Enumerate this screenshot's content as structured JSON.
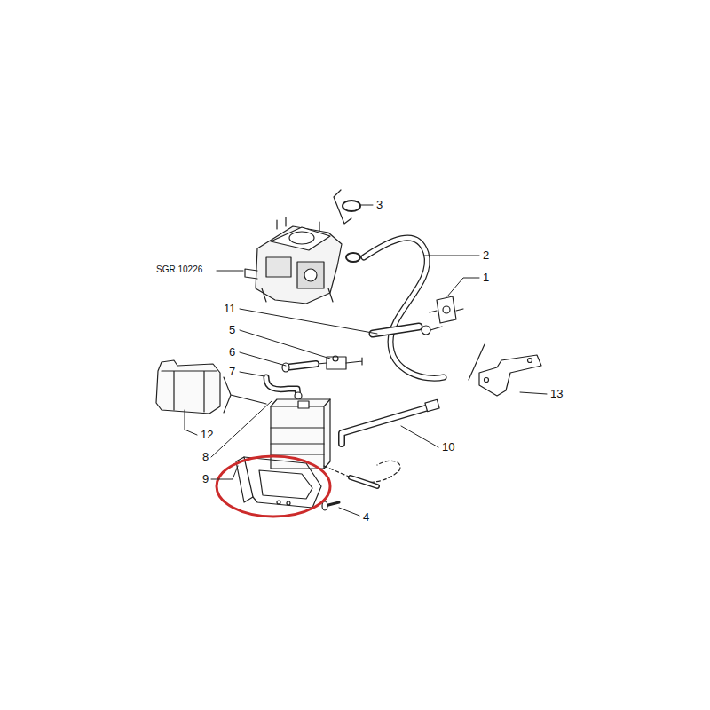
{
  "diagram": {
    "labels": [
      "3",
      "2",
      "SGR.10226",
      "1",
      "11",
      "5",
      "6",
      "7",
      "13",
      "12",
      "8",
      "10",
      "9",
      "4"
    ]
  }
}
